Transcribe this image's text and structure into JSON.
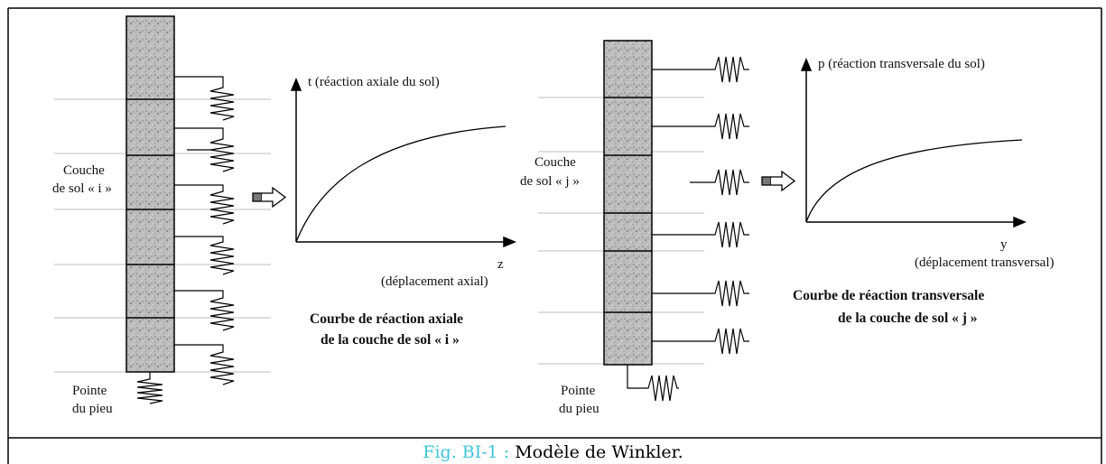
{
  "left_panel": {
    "layer_label_1": "Couche",
    "layer_label_2": "de sol « i »",
    "tip_label_1": "Pointe",
    "tip_label_2": "du pieu",
    "curve": {
      "y_axis_label": "t (réaction axiale du sol)",
      "x_axis_symbol": "z",
      "x_axis_label": "(déplacement axial)",
      "caption_line1": "Courbe de réaction axiale",
      "caption_line2": "de la couche de sol « i »"
    }
  },
  "right_panel": {
    "layer_label_1": "Couche",
    "layer_label_2": "de sol « j »",
    "tip_label_1": "Pointe",
    "tip_label_2": "du pieu",
    "curve": {
      "y_axis_label": "p (réaction transversale du sol)",
      "x_axis_symbol": "y",
      "x_axis_label": "(déplacement transversal)",
      "caption_line1": "Courbe de réaction transversale",
      "caption_line2": "de la couche de sol « j »"
    }
  },
  "figure_caption": {
    "number": "Fig. BI-1 :",
    "text": " Modèle de Winkler."
  },
  "colors": {
    "caption_number": "#40c4d8",
    "pile_fill": "#b8b8b8",
    "layer_line": "#bdbdbd"
  }
}
